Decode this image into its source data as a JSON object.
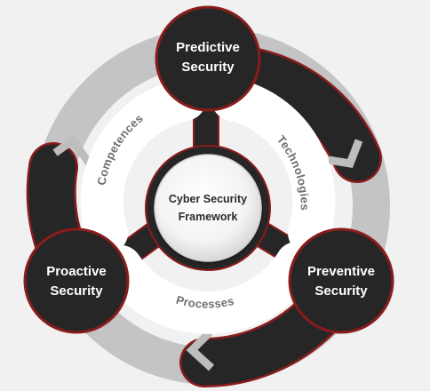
{
  "center": {
    "line1": "Cyber Security",
    "line2": "Framework"
  },
  "nodes": {
    "predictive": {
      "line1": "Predictive",
      "line2": "Security"
    },
    "proactive": {
      "line1": "Proactive",
      "line2": "Security"
    },
    "preventive": {
      "line1": "Preventive",
      "line2": "Security"
    }
  },
  "ring_labels": {
    "competences": "Competences",
    "technologies": "Technologies",
    "processes": "Processes"
  },
  "colors": {
    "background": "#f1f1f1",
    "outer_ring": "#c4c4c4",
    "dark": "#262626",
    "accent_red": "#8b1c1c",
    "white_ring": "#ffffff",
    "chevron": "#bdbdbd"
  },
  "icons": [
    "chevron-up-left-icon",
    "chevron-down-right-icon",
    "chevron-left-icon"
  ]
}
